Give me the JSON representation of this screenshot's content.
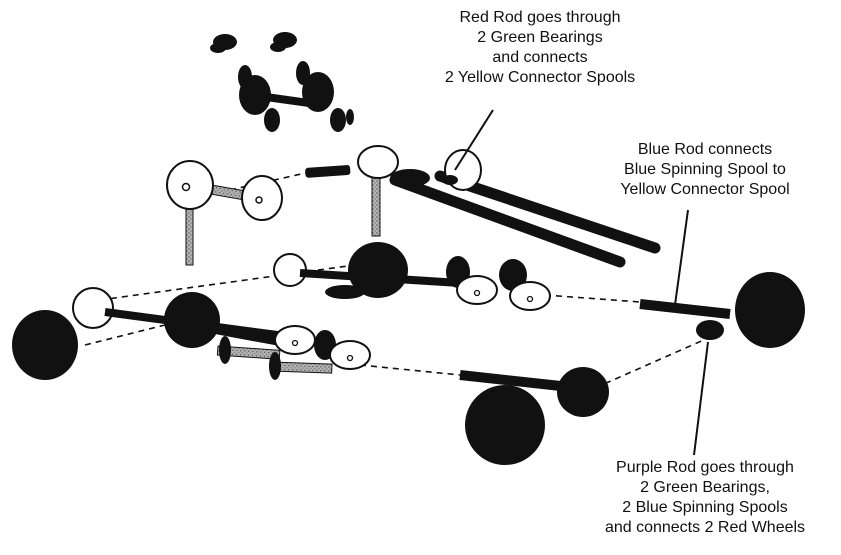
{
  "callouts": {
    "red_rod": [
      "Red Rod goes through",
      "2 Green Bearings",
      "and connects",
      "2 Yellow Connector Spools"
    ],
    "blue_rod": [
      "Blue Rod connects",
      "Blue Spinning Spool to",
      "Yellow Connector Spool"
    ],
    "purple_rod": [
      "Purple Rod goes through",
      "2 Green Bearings,",
      "2 Blue Spinning Spools",
      "and connects 2 Red Wheels"
    ]
  },
  "colors": {
    "ink": "#111111",
    "part_fill": "#ffffff",
    "rod_grey": "#9a9a9a"
  }
}
